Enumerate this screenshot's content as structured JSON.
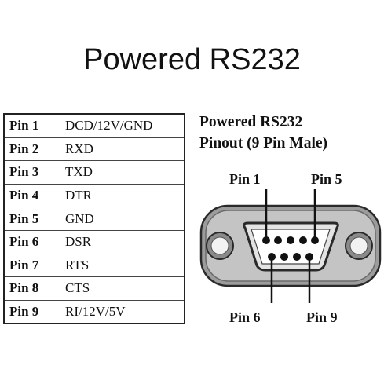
{
  "title": "Powered RS232",
  "table": {
    "rows": [
      {
        "pin": "Pin 1",
        "signal": "DCD/12V/GND"
      },
      {
        "pin": "Pin 2",
        "signal": "RXD"
      },
      {
        "pin": "Pin 3",
        "signal": "TXD"
      },
      {
        "pin": "Pin 4",
        "signal": "DTR"
      },
      {
        "pin": "Pin 5",
        "signal": "GND"
      },
      {
        "pin": "Pin 6",
        "signal": "DSR"
      },
      {
        "pin": "Pin 7",
        "signal": "RTS"
      },
      {
        "pin": "Pin 8",
        "signal": "CTS"
      },
      {
        "pin": "Pin 9",
        "signal": "RI/12V/5V"
      }
    ]
  },
  "diagram": {
    "title_line1": "Powered RS232",
    "title_line2": "Pinout (9 Pin Male)",
    "labels": {
      "pin1": "Pin 1",
      "pin5": "Pin 5",
      "pin6": "Pin 6",
      "pin9": "Pin 9"
    }
  }
}
